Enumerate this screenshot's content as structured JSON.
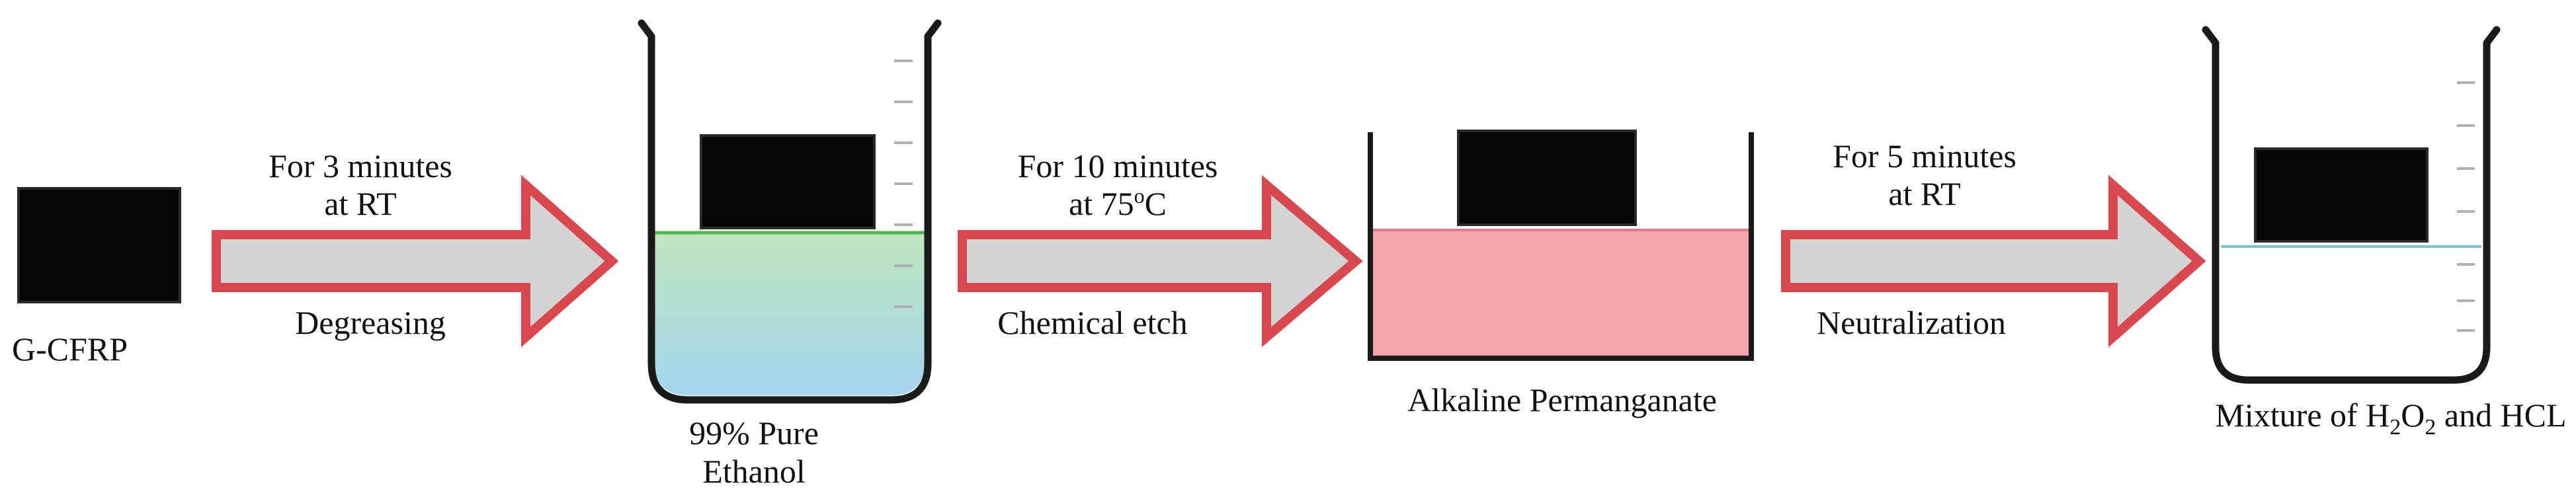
{
  "steps": {
    "sample": {
      "label": "G-CFRP"
    },
    "step1": {
      "top_line1": "For 3 minutes",
      "top_line2": "at RT",
      "bottom": "Degreasing"
    },
    "beaker1": {
      "label_line1": "99% Pure",
      "label_line2": "Ethanol"
    },
    "step2": {
      "top_line1": "For 10 minutes",
      "top_line2_prefix": "at 75",
      "top_line2_sup": "o",
      "top_line2_suffix": "C",
      "bottom": "Chemical etch"
    },
    "beaker2": {
      "label": "Alkaline Permanganate"
    },
    "step3": {
      "top_line1": "For 5 minutes",
      "top_line2": "at RT",
      "bottom": "Neutralization"
    },
    "beaker3": {
      "label_prefix": "Mixture of H",
      "label_sub1": "2",
      "label_mid": "O",
      "label_sub2": "2",
      "label_suffix": " and HCL"
    }
  },
  "colors": {
    "arrow_fill": "#d3d3d3",
    "arrow_stroke": "#d9484f",
    "sample": "#050505",
    "ethanol_top": "#b6e0b6",
    "ethanol_bottom": "#a6d6ec",
    "ethanol_line": "#4cb84c",
    "permanganate": "#f2a6ab",
    "permanganate_line": "#e07a82",
    "mixture_line": "#7cc3d6",
    "beaker_outline": "#1a1a1a",
    "tick": "#b0b0b0"
  }
}
